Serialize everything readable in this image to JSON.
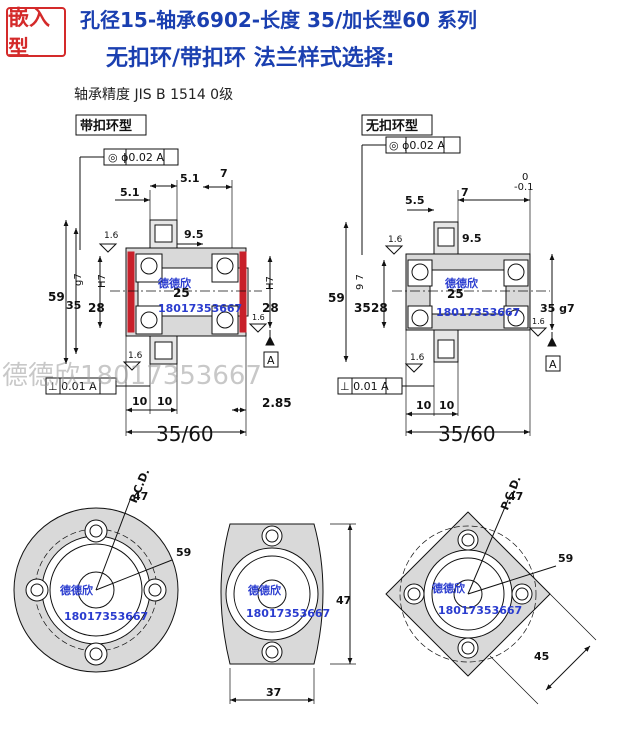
{
  "header": {
    "stamp": "嵌入型",
    "title_line1": "孔径15-轴承6902-长度 35/加长型60 系列",
    "title_line2": "无扣环/带扣环 法兰样式选择:",
    "precision": "轴承精度   JIS   B   1514  0级"
  },
  "left_view": {
    "label": "带扣环型",
    "gdt_concentric": "◎ ϕ0.02 A",
    "gdt_perp": "⊥ 0.01 A",
    "dims": {
      "d_5_1a": "5.1",
      "d_5_1b": "5.1",
      "d_7": "7",
      "d_9_5": "9.5",
      "d_1_6a": "1.6",
      "d_1_6b": "1.6",
      "d_1_6c": "1.6",
      "d_59": "59",
      "d_g7": "g7",
      "d_35": "35",
      "d_28l": "28",
      "d_h7a": "H7",
      "d_25": "25",
      "d_h7b": "H7",
      "d_28r": "28",
      "d_10a": "10",
      "d_10b": "10",
      "d_2_85": "2.85",
      "datum": "A",
      "length": "35/60"
    }
  },
  "right_view": {
    "label": "无扣环型",
    "gdt_concentric": "◎ ϕ0.02 A",
    "gdt_perp": "⊥ 0.01 A",
    "dims": {
      "d_5_5": "5.5",
      "d_9_5": "9.5",
      "d_7": "7",
      "tol_upper": "0",
      "tol_lower": "-0.1",
      "d_1_6a": "1.6",
      "d_1_6b": "1.6",
      "d_1_6c": "1.6",
      "d_59": "59",
      "d_97": "9 7",
      "d_35": "35",
      "d_28": "28",
      "d_25": "25",
      "d_35g7": "35 g7",
      "datum": "A",
      "d_10a": "10",
      "d_10b": "10",
      "length": "35/60"
    }
  },
  "bottom_views": {
    "round": {
      "pcd": "P.C.D.",
      "d_47": "47",
      "d_59": "59"
    },
    "cut": {
      "d_47": "47",
      "d_37": "37"
    },
    "square": {
      "pcd": "P.C.D.",
      "d_47": "47",
      "d_59": "59",
      "d_45": "45"
    }
  },
  "watermarks": {
    "large": "德德欣18017353667",
    "brand": "德德欣",
    "phone": "18017353667"
  },
  "colors": {
    "title_blue": "#1a3fb0",
    "stamp_red": "#d42a2a",
    "retaining_ring_red": "#c8202a",
    "body_gray": "#d9d9d9",
    "watermark_blue": "#2a3ccf"
  }
}
